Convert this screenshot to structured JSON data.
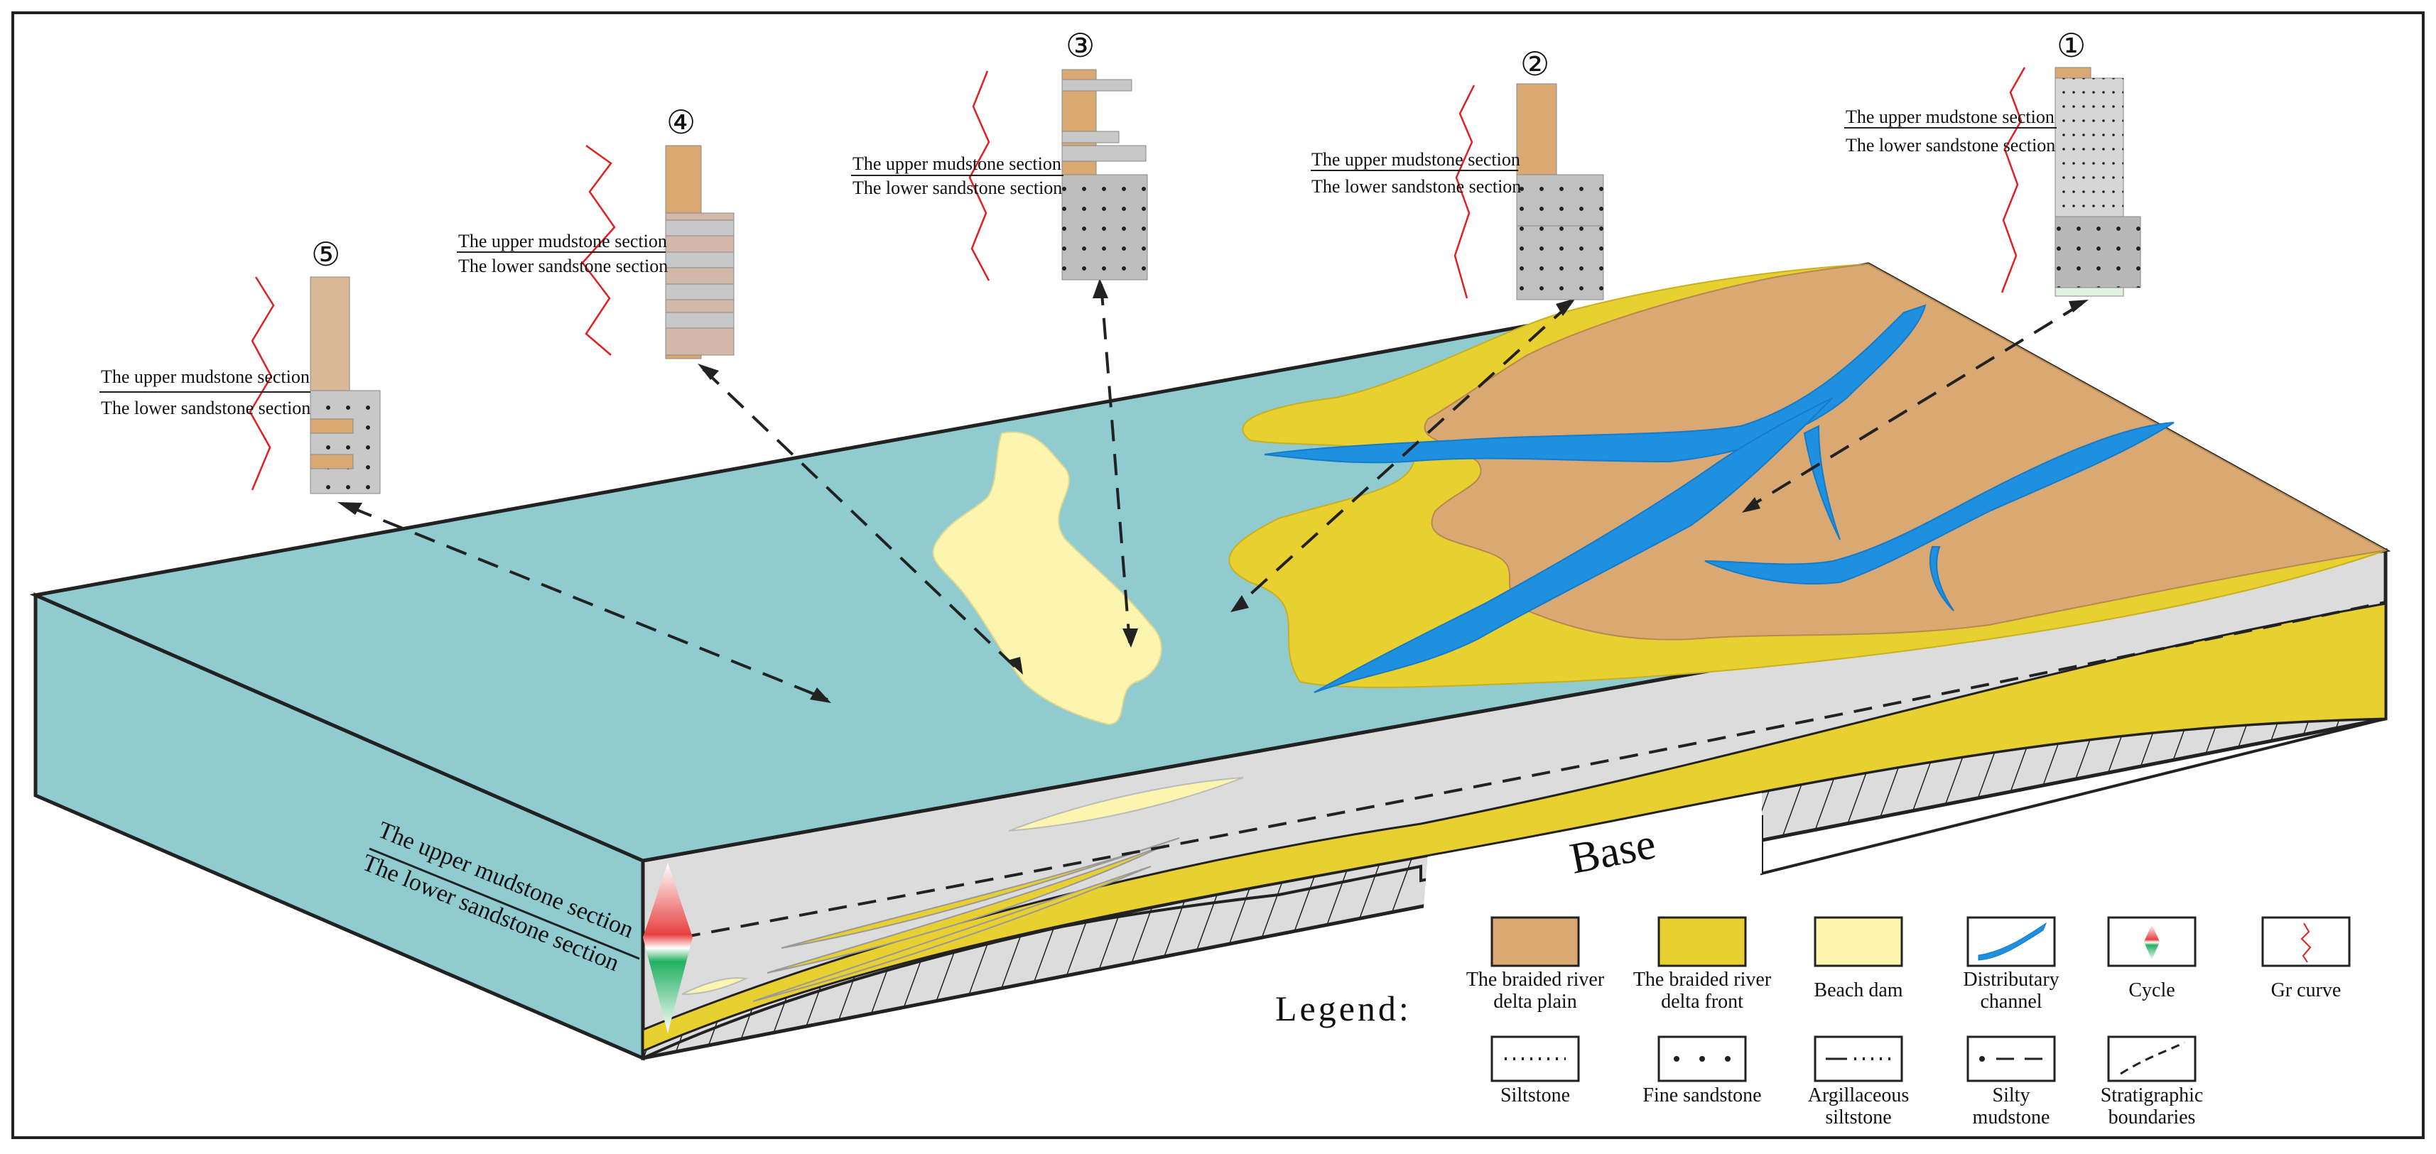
{
  "columns": [
    {
      "id": "1",
      "symbol": "①",
      "upper": "The upper mudstone section",
      "lower": "The lower sandstone section"
    },
    {
      "id": "2",
      "symbol": "②",
      "upper": "The upper mudstone section",
      "lower": "The lower sandstone section"
    },
    {
      "id": "3",
      "symbol": "③",
      "upper": "The upper mudstone section",
      "lower": "The lower sandstone section"
    },
    {
      "id": "4",
      "symbol": "④",
      "upper": "The upper mudstone section",
      "lower": "The lower sandstone section"
    },
    {
      "id": "5",
      "symbol": "⑤",
      "upper": "The upper mudstone section",
      "lower": "The lower sandstone section"
    }
  ],
  "block": {
    "base_label": "Base",
    "front_upper": "The upper mudstone section",
    "front_lower": "The lower sandstone section"
  },
  "legend": {
    "title": "Legend:",
    "items": [
      {
        "label": "The braided river delta plain",
        "color": "#D9A873"
      },
      {
        "label": "The braided river delta front",
        "color": "#E8D030"
      },
      {
        "label": "Beach dam",
        "color": "#FBF5B0"
      },
      {
        "label": "Distributary channel",
        "color": "#1F8FE0"
      },
      {
        "label": "Cycle",
        "color": "#E84040"
      },
      {
        "label": "Gr curve",
        "color": "#E02020"
      },
      {
        "label": "Siltstone"
      },
      {
        "label": "Fine sandstone"
      },
      {
        "label": "Argillaceous siltstone"
      },
      {
        "label": "Silty mudstone"
      },
      {
        "label": "Stratigraphic boundaries"
      }
    ]
  },
  "colors": {
    "lake": "#8FCBCF",
    "plain": "#D9A873",
    "front": "#E8D030",
    "beach": "#FBF5B0",
    "channel": "#1F8FE0",
    "section_gray": "#DCDCDC",
    "gr_curve": "#E02020"
  }
}
